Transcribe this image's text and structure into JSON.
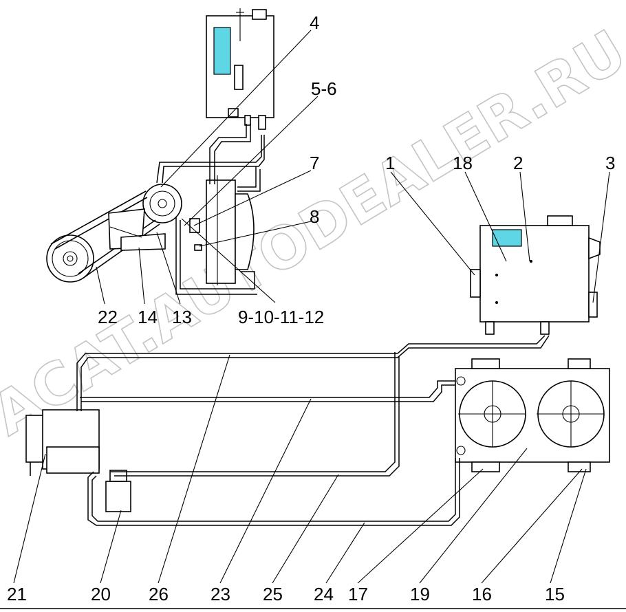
{
  "watermark": "ACAT.AUTODEALER.RU",
  "callouts": [
    {
      "id": "c1",
      "label": "1"
    },
    {
      "id": "c2",
      "label": "2"
    },
    {
      "id": "c3",
      "label": "3"
    },
    {
      "id": "c4",
      "label": "4"
    },
    {
      "id": "c5",
      "label": "5-6"
    },
    {
      "id": "c7",
      "label": "7"
    },
    {
      "id": "c8",
      "label": "8"
    },
    {
      "id": "c9",
      "label": "9-10-11-12"
    },
    {
      "id": "c13",
      "label": "13"
    },
    {
      "id": "c14",
      "label": "14"
    },
    {
      "id": "c15",
      "label": "15"
    },
    {
      "id": "c16",
      "label": "16"
    },
    {
      "id": "c17",
      "label": "17"
    },
    {
      "id": "c18",
      "label": "18"
    },
    {
      "id": "c19",
      "label": "19"
    },
    {
      "id": "c20",
      "label": "20"
    },
    {
      "id": "c21",
      "label": "21"
    },
    {
      "id": "c22",
      "label": "22"
    },
    {
      "id": "c23",
      "label": "23"
    },
    {
      "id": "c24",
      "label": "24"
    },
    {
      "id": "c25",
      "label": "25"
    },
    {
      "id": "c26",
      "label": "26"
    }
  ],
  "colors": {
    "line": "#000000",
    "window": "#5fd6e6",
    "watermark": "#c4c4c4"
  }
}
